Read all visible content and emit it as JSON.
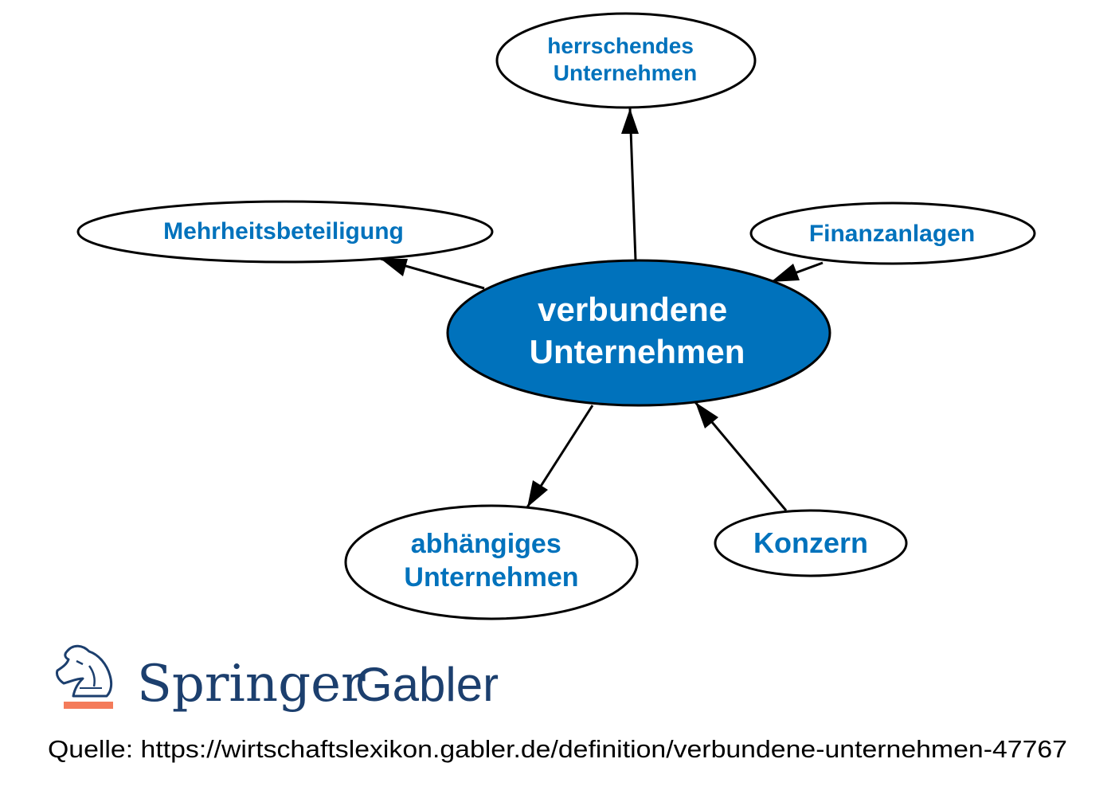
{
  "diagram": {
    "center": {
      "lines": [
        "verbundene",
        "Unternehmen"
      ]
    },
    "nodes": {
      "herrschendes": {
        "lines": [
          "herrschendes",
          "Unternehmen"
        ]
      },
      "mehrheit": {
        "lines": [
          "Mehrheitsbeteiligung"
        ]
      },
      "finanzanlagen": {
        "lines": [
          "Finanzanlagen"
        ]
      },
      "abhaengiges": {
        "lines": [
          "abhängiges",
          "Unternehmen"
        ]
      },
      "konzern": {
        "lines": [
          "Konzern"
        ]
      }
    },
    "edges": [
      {
        "from": "center",
        "to": "herrschendes"
      },
      {
        "from": "center",
        "to": "mehrheit"
      },
      {
        "from": "finanzanlagen",
        "to": "center"
      },
      {
        "from": "center",
        "to": "abhaengiges"
      },
      {
        "from": "konzern",
        "to": "center"
      }
    ],
    "colors": {
      "center_fill": "#0072bc",
      "node_text": "#0072bc",
      "outline": "#000000",
      "logo_accent": "#f47b5a"
    }
  },
  "footer": {
    "logo_brand": "Springer",
    "logo_imprint": "Gabler",
    "source": "Quelle: https://wirtschaftslexikon.gabler.de/definition/verbundene-unternehmen-47767"
  }
}
